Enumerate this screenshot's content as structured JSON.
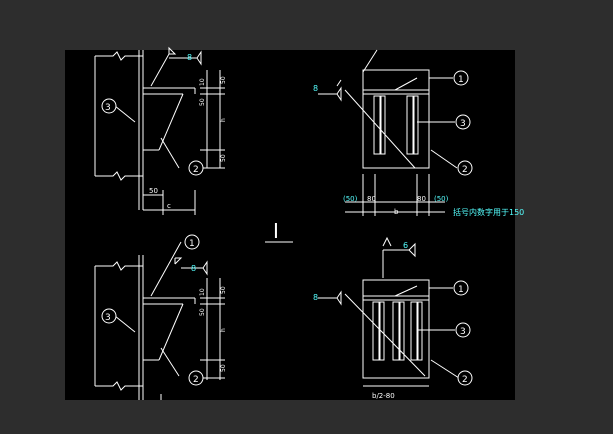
{
  "drawing": {
    "background": "#000000",
    "workspace_background": "#2d2d2d",
    "line_color": "#ffffff",
    "label_color": "#55ffff",
    "section_label": "I",
    "note": "括号内数字用于150",
    "callouts": {
      "c1": "1",
      "c2": "2",
      "c3": "3"
    },
    "weld_sizes": {
      "w8": "8",
      "w6": "6"
    },
    "dims_left": {
      "d10": "10",
      "d50": "50",
      "h": "h",
      "c": "c"
    },
    "dims_right": {
      "d50p": "(50)",
      "d80": "80",
      "b": "b",
      "d50_paren": "(50)"
    },
    "bottom_label": "b/2-80"
  }
}
